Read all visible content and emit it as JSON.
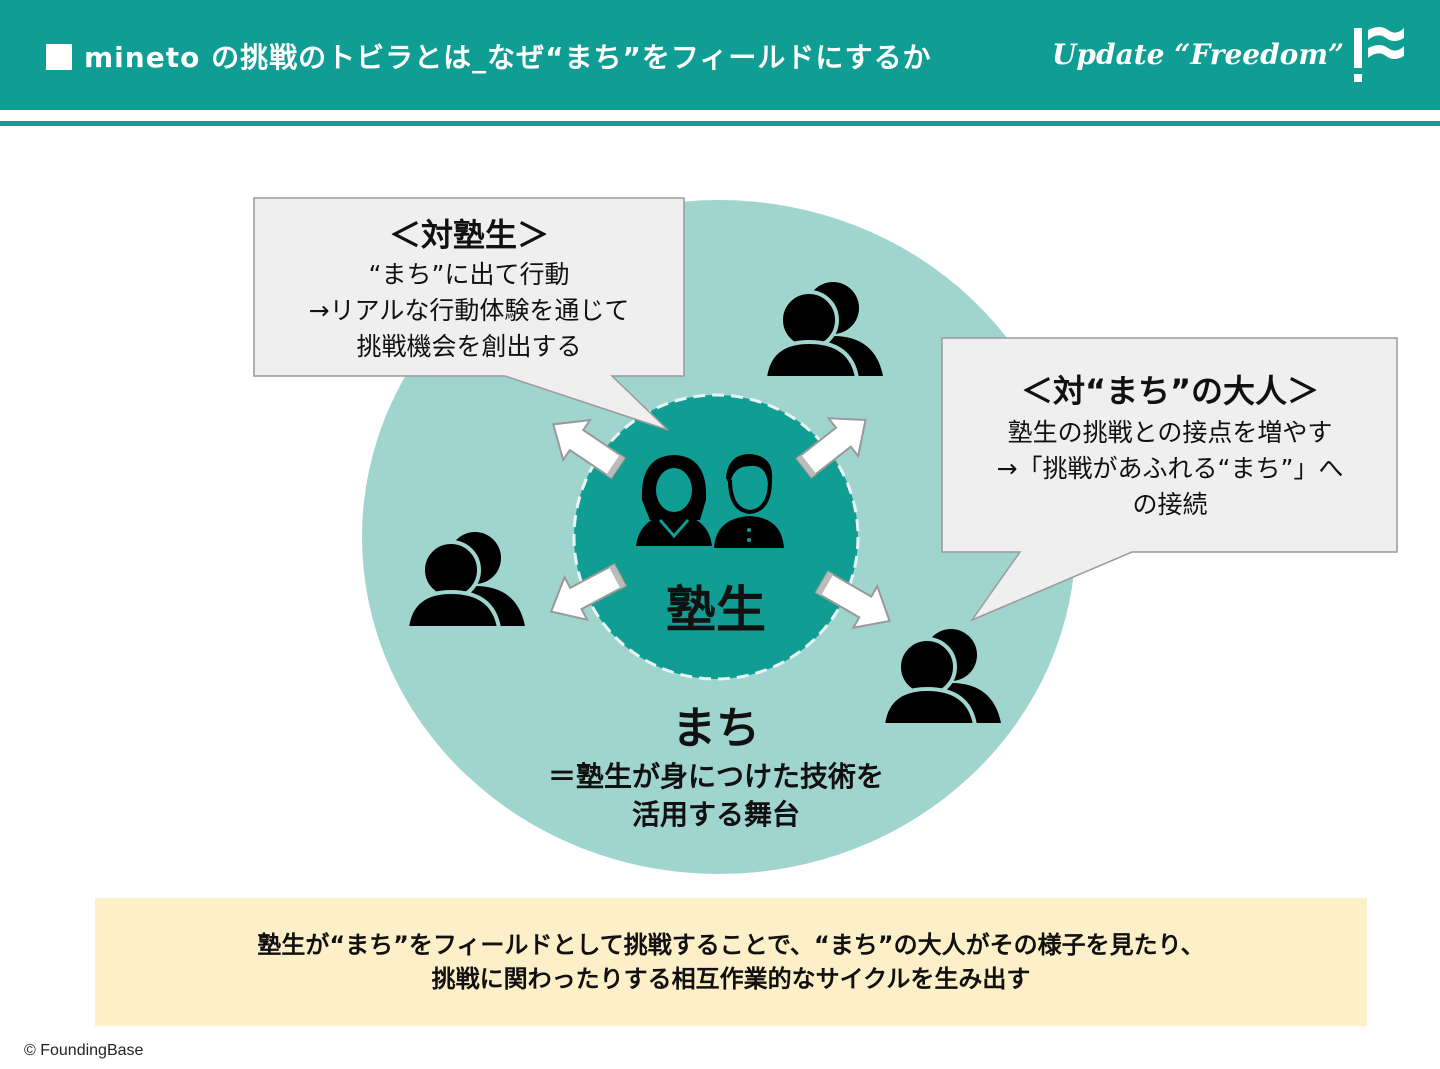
{
  "header": {
    "title": "mineto の挑戦のトビラとは_なぜ“まち”をフィールドにするか",
    "tagline": "Update “Freedom”",
    "logo_icon": "flag-logo-icon"
  },
  "diagram": {
    "center_label": "塾生",
    "outer_label": "まち",
    "outer_desc_lines": [
      "＝塾生が身につけた技術を",
      "活用する舞台"
    ],
    "left_callout": {
      "title": "＜対塾生＞",
      "lines": [
        "“まち”に出て行動",
        "→リアルな行動体験を通じて",
        "挑戦機会を創出する"
      ]
    },
    "right_callout": {
      "title": "＜対“まち”の大人＞",
      "lines": [
        "塾生の挑戦との接点を増やす",
        "→「挑戦があふれる“まち”」へ",
        "の接続"
      ]
    },
    "colors": {
      "teal": "#0f9d94",
      "light_teal": "#a0d4cf",
      "callout_bg": "#efefef",
      "summary_bg": "#fdf0c8"
    }
  },
  "summary": {
    "lines": [
      "塾生が“まち”をフィールドとして挑戦することで、“まち”の大人がその様子を見たり、",
      "挑戦に関わったりする相互作業的なサイクルを生み出す"
    ]
  },
  "footer": {
    "copyright": "© FoundingBase"
  }
}
